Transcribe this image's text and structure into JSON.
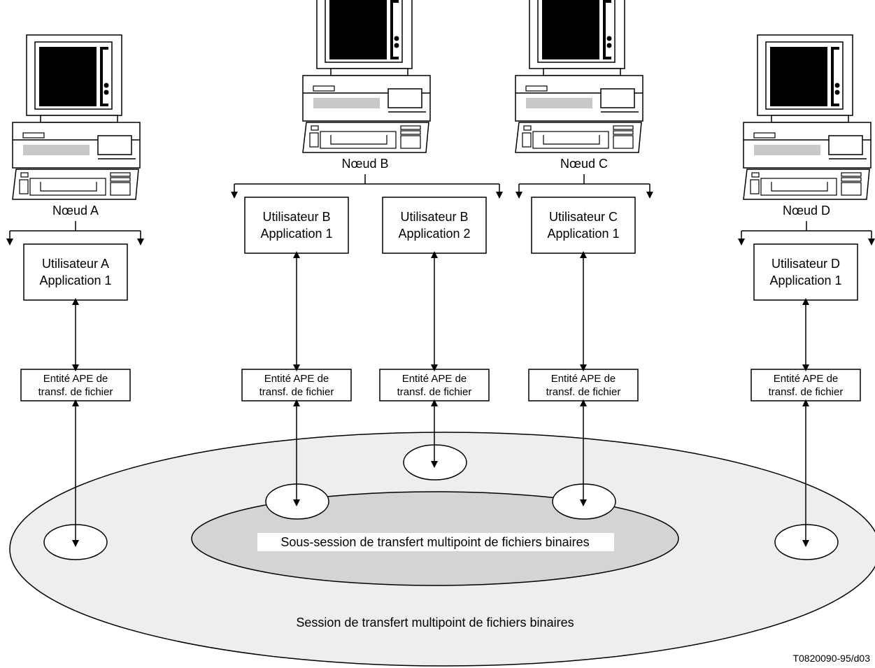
{
  "nodes": {
    "a": {
      "label": "Nœud A"
    },
    "b": {
      "label": "Nœud B"
    },
    "c": {
      "label": "Nœud C"
    },
    "d": {
      "label": "Nœud D"
    }
  },
  "apps": {
    "a1": {
      "line1": "Utilisateur A",
      "line2": "Application 1"
    },
    "b1": {
      "line1": "Utilisateur B",
      "line2": "Application 1"
    },
    "b2": {
      "line1": "Utilisateur B",
      "line2": "Application 2"
    },
    "c1": {
      "line1": "Utilisateur C",
      "line2": "Application 1"
    },
    "d1": {
      "line1": "Utilisateur D",
      "line2": "Application 1"
    }
  },
  "entities": {
    "line1": "Entité APE de",
    "line2": "transf. de fichier"
  },
  "session": {
    "label": "Session de transfert multipoint de fichiers binaires"
  },
  "subsession": {
    "label": "Sous-session de transfert multipoint de fichiers binaires"
  },
  "reference": "T0820090-95/d03",
  "colors": {
    "session_fill": "#eeeeee",
    "subsession_fill": "#d4d4d4",
    "line": "#000000"
  }
}
